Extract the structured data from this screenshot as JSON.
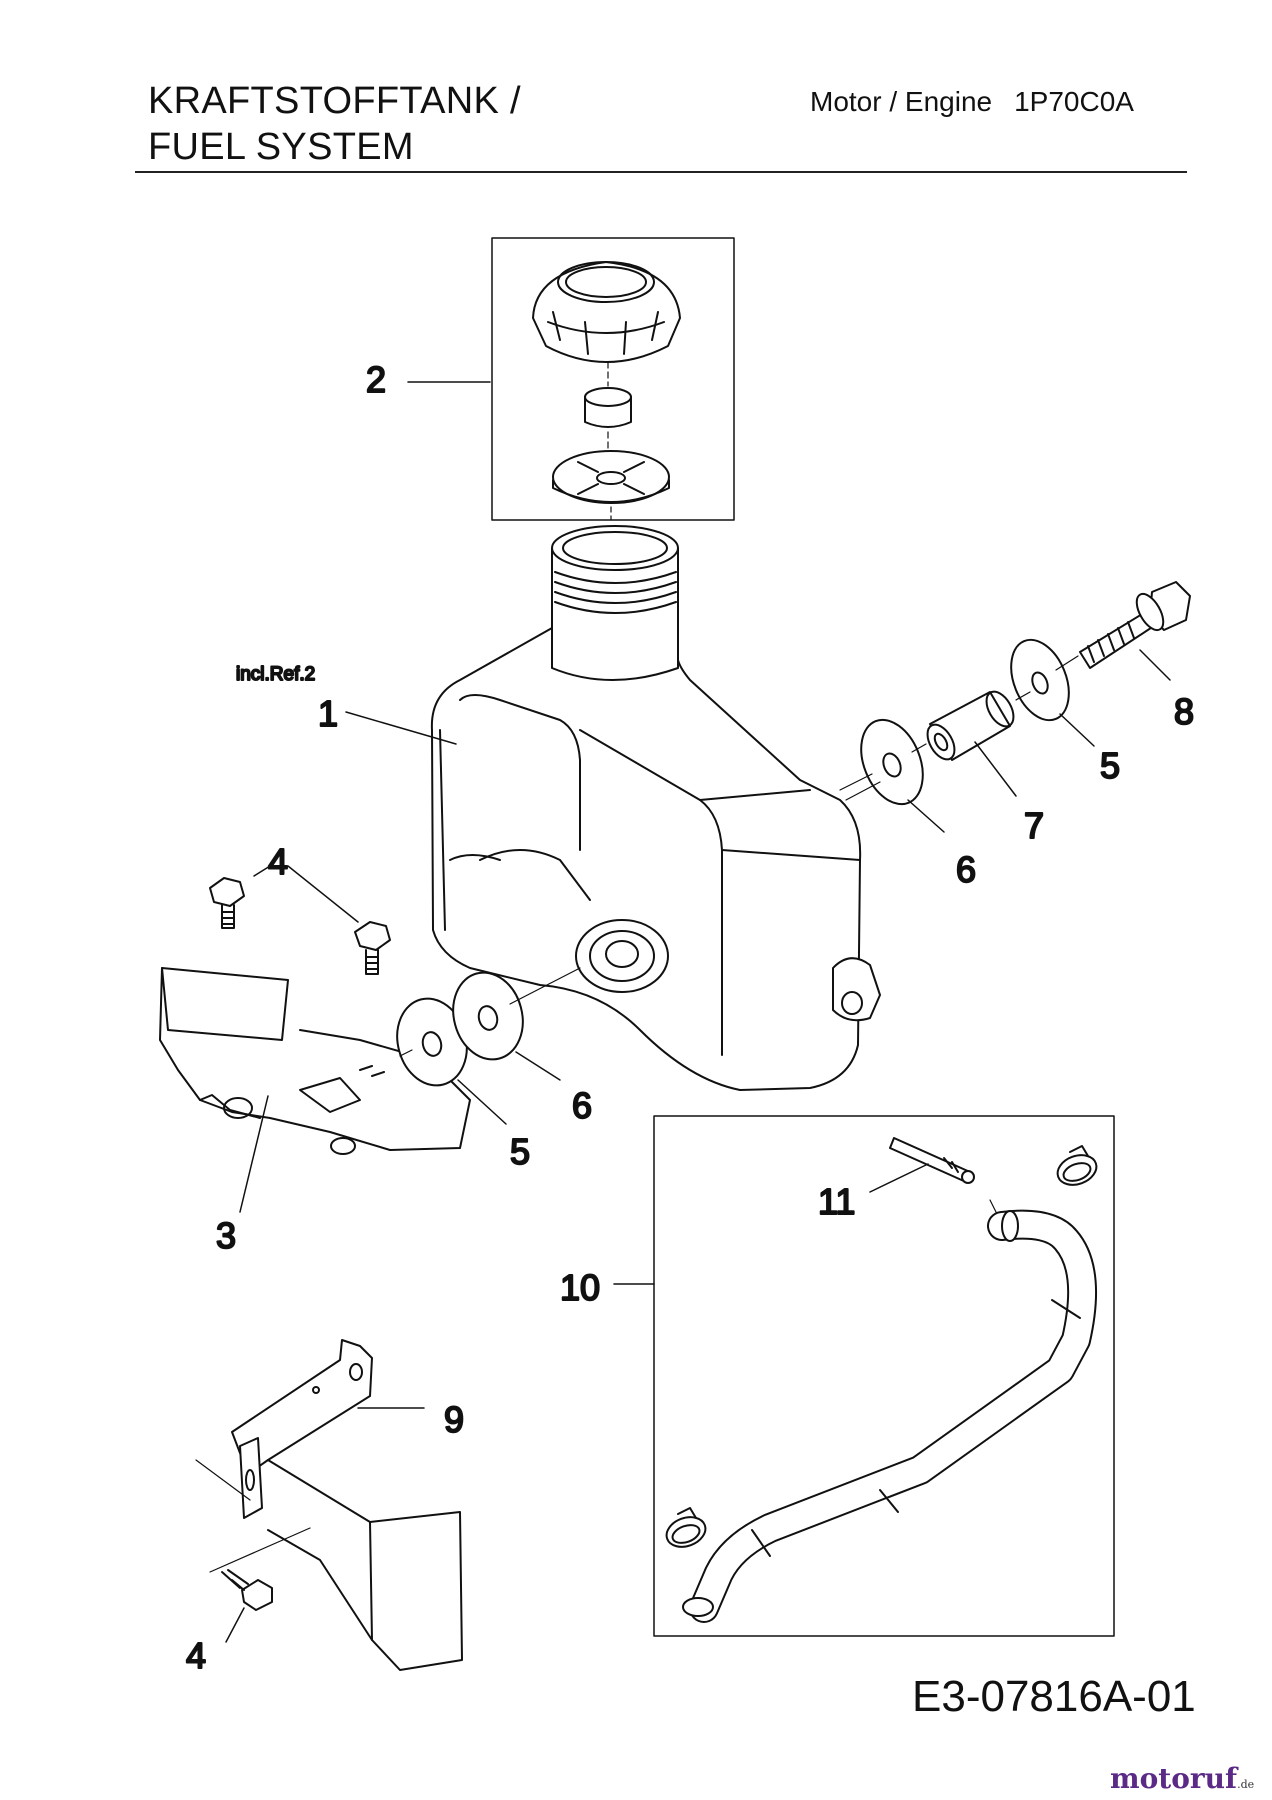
{
  "header": {
    "title_line1": "KRAFTSTOFFTANK /",
    "title_line2": "FUEL SYSTEM",
    "engine_label": "Motor / Engine",
    "engine_code": "1P70C0A"
  },
  "note": "incl.Ref.2",
  "callouts": {
    "c1": "1",
    "c2": "2",
    "c3": "3",
    "c4a": "4",
    "c4b": "4",
    "c5a": "5",
    "c5b": "5",
    "c6a": "6",
    "c6b": "6",
    "c7": "7",
    "c8": "8",
    "c9": "9",
    "c10": "10",
    "c11": "11"
  },
  "drawing_code": "E3-07816A-01",
  "watermark": {
    "brand": "motoruf",
    "tld": ".de"
  }
}
